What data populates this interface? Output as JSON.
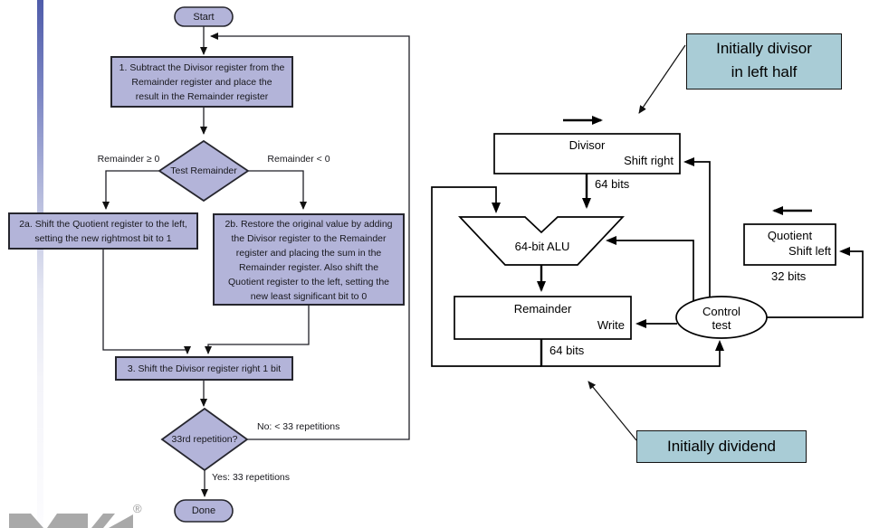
{
  "flowchart": {
    "start": "Start",
    "done": "Done",
    "box1_lines": [
      "1.  Subtract the Divisor register from the",
      "Remainder register and place the",
      "result in the Remainder register"
    ],
    "decision1": "Test Remainder",
    "branch_left": "Remainder ≥ 0",
    "branch_right": "Remainder < 0",
    "box2a_lines": [
      "2a.  Shift the Quotient register to the left,",
      "setting the new rightmost bit to 1"
    ],
    "box2b_lines": [
      "2b.  Restore the original value by adding",
      "the Divisor register to the Remainder",
      "register and placing the sum in the",
      "Remainder register. Also shift the",
      "Quotient register to the left, setting the",
      "new least significant bit to 0"
    ],
    "box3": "3.  Shift the Divisor register right 1 bit",
    "decision2": "33rd repetition?",
    "no_label": "No: < 33 repetitions",
    "yes_label": "Yes: 33 repetitions"
  },
  "hardware": {
    "divisor": "Divisor",
    "divisor_ctrl": "Shift right",
    "divisor_width": "64 bits",
    "alu": "64-bit ALU",
    "remainder": "Remainder",
    "remainder_ctrl": "Write",
    "remainder_width": "64 bits",
    "quotient": "Quotient",
    "quotient_ctrl": "Shift left",
    "quotient_width": "32 bits",
    "control_lines": [
      "Control",
      "test"
    ]
  },
  "callouts": {
    "divisor_note_lines": [
      "Initially divisor",
      "in left half"
    ],
    "dividend_note": "Initially dividend"
  },
  "logo": {
    "reg_mark": "®"
  },
  "colors": {
    "flow_fill": "#b3b4d9",
    "callout_fill": "#a9ccd6",
    "accent_bar_top": "#4f5caa",
    "logo_gray": "#a9a9a9"
  }
}
